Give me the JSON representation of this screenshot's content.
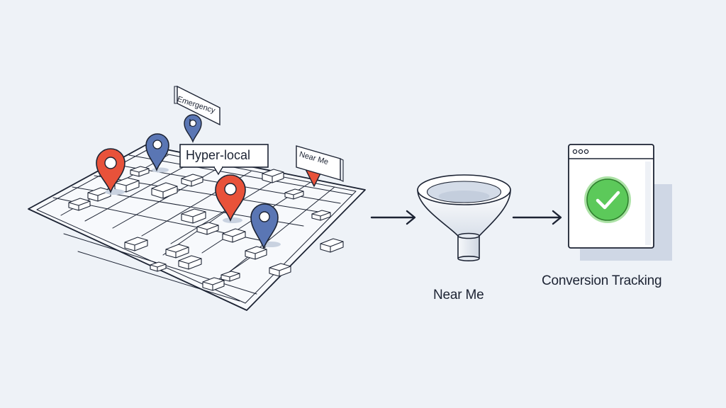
{
  "labels": {
    "emergency": "Emergency",
    "hyper_local": "Hyper-local",
    "near_me_tag": "Near Me",
    "funnel_caption": "Near Me",
    "conversion_caption": "Conversion Tracking"
  },
  "icons": {
    "pin_red": "map-pin-red-icon",
    "pin_blue": "map-pin-blue-icon",
    "funnel": "funnel-icon",
    "arrow": "arrow-right-icon",
    "browser": "browser-window-icon",
    "check": "check-circle-icon"
  },
  "colors": {
    "background": "#eef2f7",
    "ink": "#1c2333",
    "pin_red": "#e8523a",
    "pin_blue": "#5a76b4",
    "check_green": "#5cc95a",
    "check_ring": "#3d9a3c",
    "shadow": "#cfd7e5"
  }
}
